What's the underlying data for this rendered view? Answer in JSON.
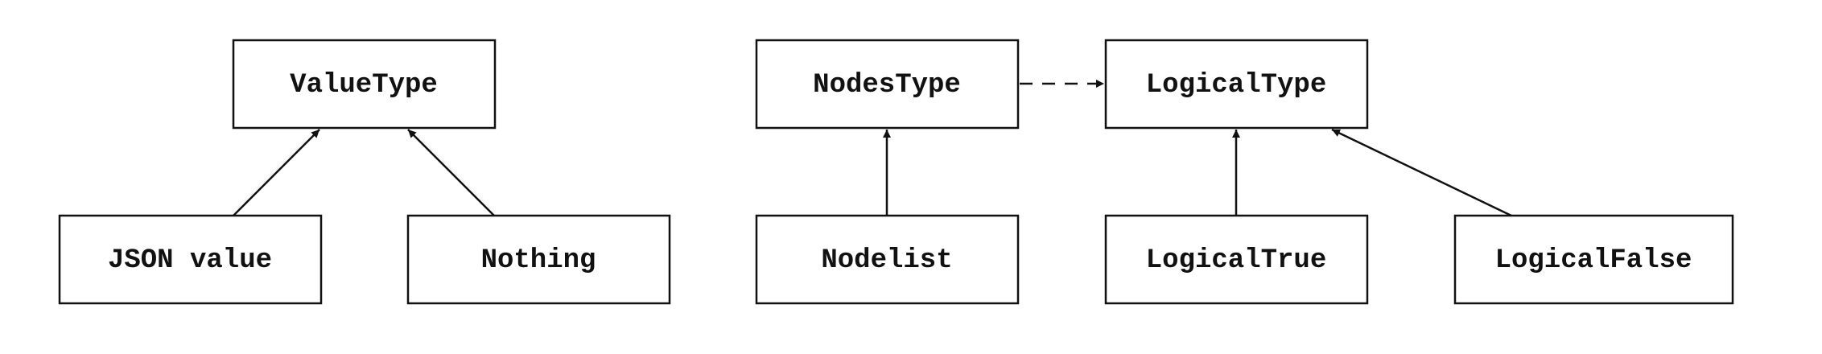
{
  "diagram": {
    "nodes": {
      "value_type": "ValueType",
      "json_value": "JSON value",
      "nothing": "Nothing",
      "nodes_type": "NodesType",
      "nodelist": "Nodelist",
      "logical_type": "LogicalType",
      "logical_true": "LogicalTrue",
      "logical_false": "LogicalFalse"
    },
    "edges": [
      {
        "from": "json_value",
        "to": "value_type",
        "style": "solid"
      },
      {
        "from": "nothing",
        "to": "value_type",
        "style": "solid"
      },
      {
        "from": "nodelist",
        "to": "nodes_type",
        "style": "solid"
      },
      {
        "from": "nodes_type",
        "to": "logical_type",
        "style": "dashed"
      },
      {
        "from": "logical_true",
        "to": "logical_type",
        "style": "solid"
      },
      {
        "from": "logical_false",
        "to": "logical_type",
        "style": "solid"
      }
    ]
  }
}
